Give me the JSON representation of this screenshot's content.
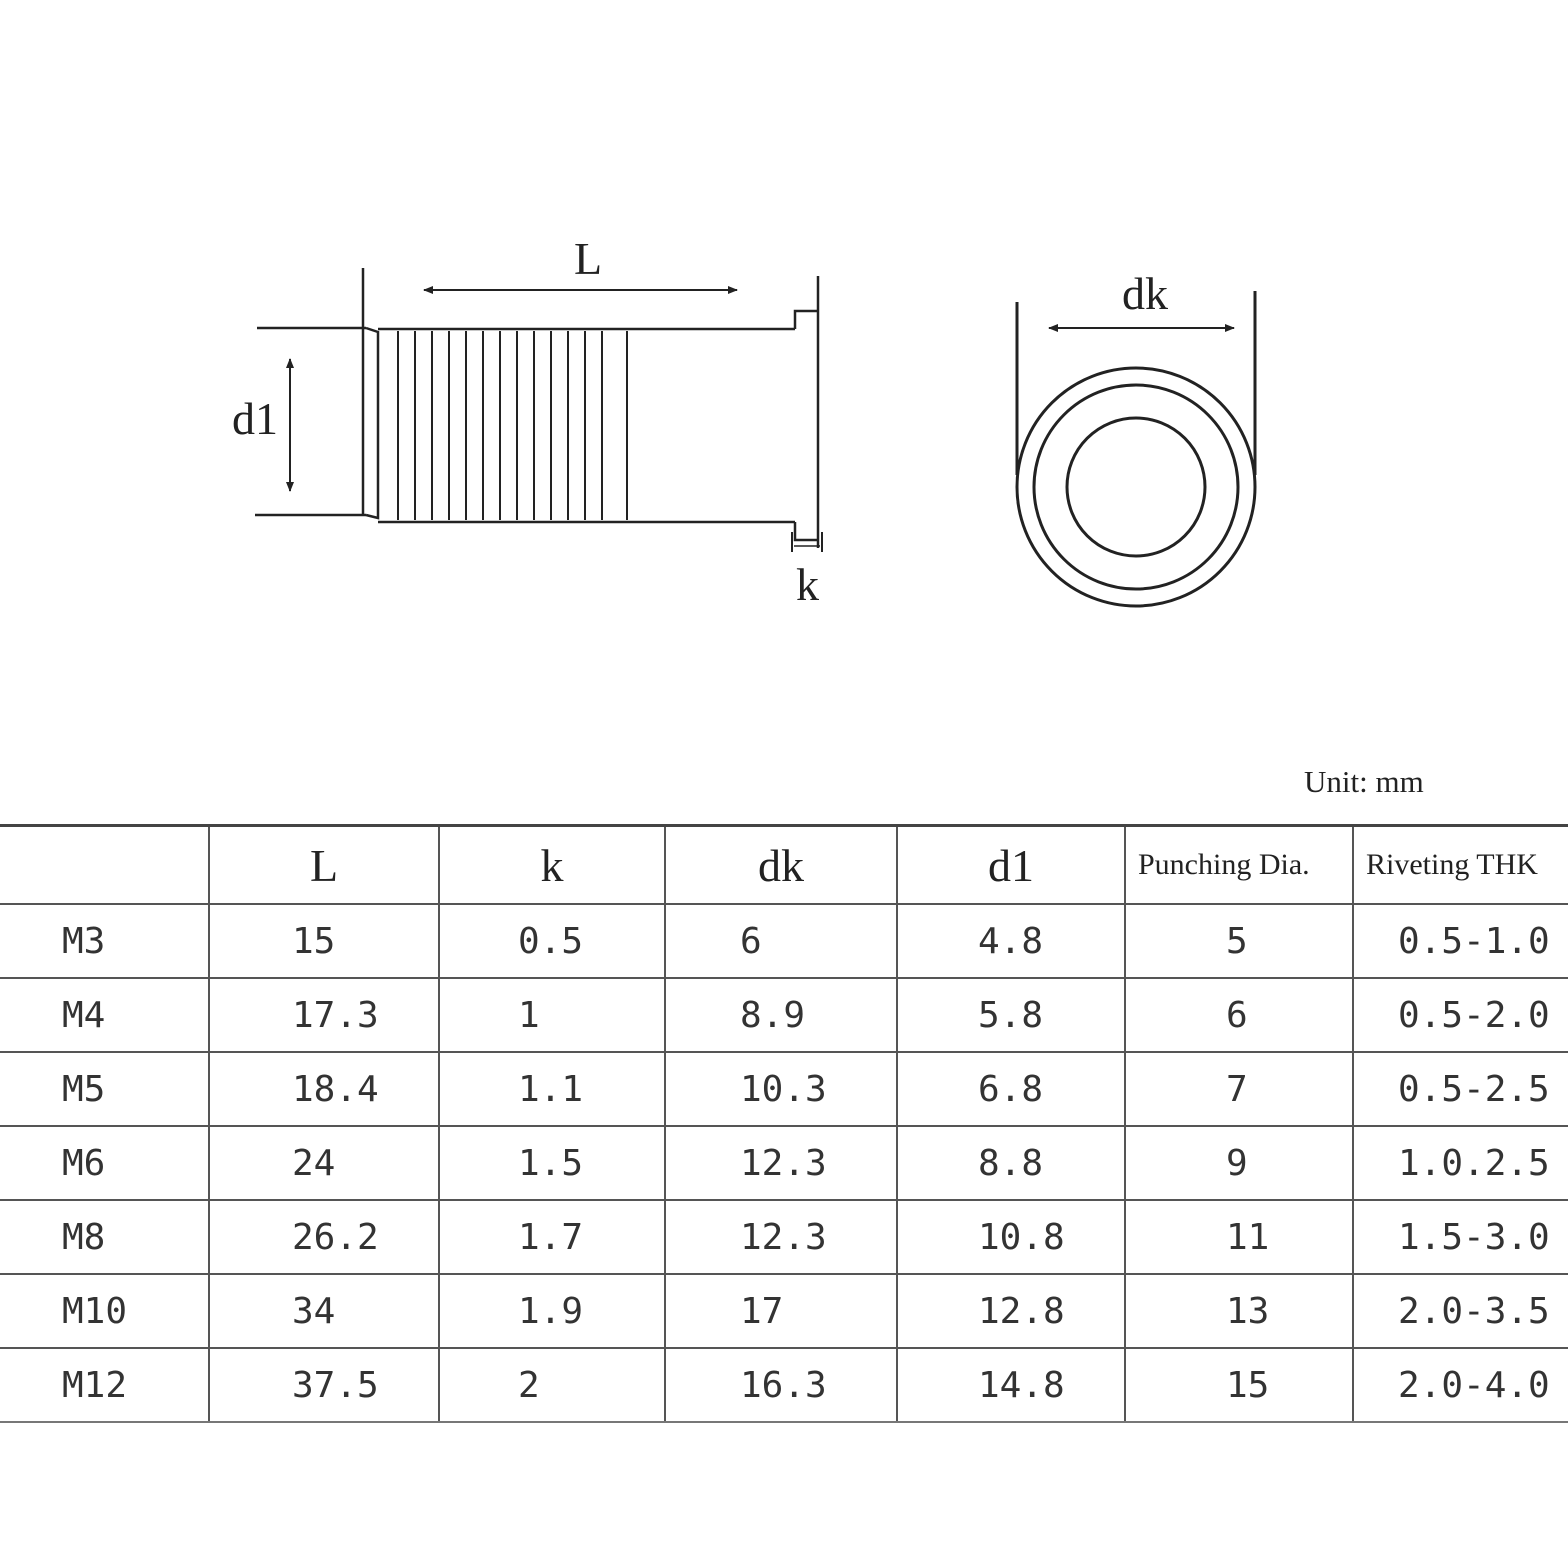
{
  "diagram": {
    "side_view_labels": {
      "length": "L",
      "body_diameter": "d1",
      "head_thickness": "k"
    },
    "end_view_labels": {
      "head_diameter": "dk"
    }
  },
  "unit_note": "Unit: mm",
  "table": {
    "headers": [
      "",
      "L",
      "k",
      "dk",
      "d1",
      "Punching Dia.",
      "Riveting THK"
    ],
    "rows": [
      [
        "M3",
        "15",
        "0.5",
        "6",
        "4.8",
        "5",
        "0.5-1.0"
      ],
      [
        "M4",
        "17.3",
        "1",
        "8.9",
        "5.8",
        "6",
        "0.5-2.0"
      ],
      [
        "M5",
        "18.4",
        "1.1",
        "10.3",
        "6.8",
        "7",
        "0.5-2.5"
      ],
      [
        "M6",
        "24",
        "1.5",
        "12.3",
        "8.8",
        "9",
        "1.0.2.5"
      ],
      [
        "M8",
        "26.2",
        "1.7",
        "12.3",
        "10.8",
        "11",
        "1.5-3.0"
      ],
      [
        "M10",
        "34",
        "1.9",
        "17",
        "12.8",
        "13",
        "2.0-3.5"
      ],
      [
        "M12",
        "37.5",
        "2",
        "16.3",
        "14.8",
        "15",
        "2.0-4.0"
      ]
    ]
  }
}
